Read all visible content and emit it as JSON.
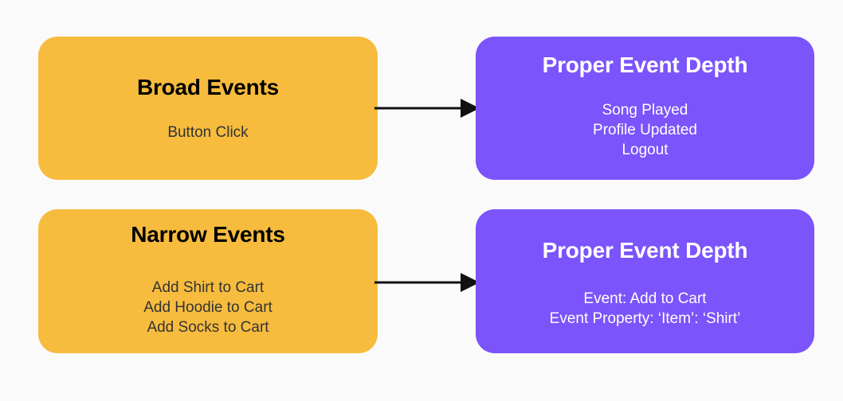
{
  "diagram": {
    "background_color": "#FAFAFA",
    "source_color": "#F7BC3E",
    "target_color": "#7B54FB",
    "arrow_color": "#111111",
    "rows": [
      {
        "source": {
          "title": "Broad Events",
          "lines": [
            "Button Click"
          ]
        },
        "arrow": "arrow-right-icon",
        "target": {
          "title": "Proper Event Depth",
          "lines": [
            "Song Played",
            "Profile Updated",
            "Logout"
          ]
        }
      },
      {
        "source": {
          "title": "Narrow Events",
          "lines": [
            "Add Shirt to Cart",
            "Add Hoodie to Cart",
            "Add Socks to Cart"
          ]
        },
        "arrow": "arrow-right-icon",
        "target": {
          "title": "Proper Event Depth",
          "lines": [
            "Event: Add to Cart",
            "Event Property: ‘Item’: ‘Shirt’"
          ]
        }
      }
    ]
  }
}
